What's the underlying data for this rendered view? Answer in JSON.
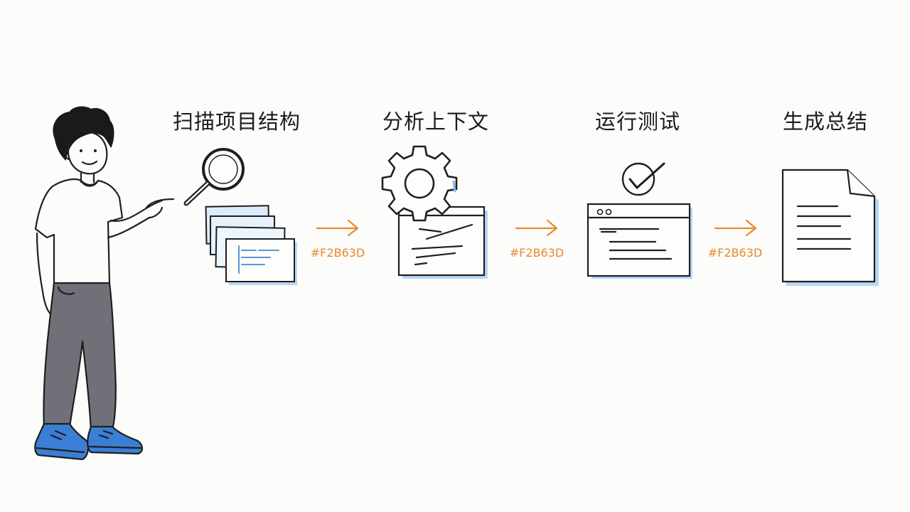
{
  "steps": [
    {
      "label": "扫描项目结构",
      "icon": "magnifier-documents-icon"
    },
    {
      "label": "分析上下文",
      "icon": "gear-window-icon"
    },
    {
      "label": "运行测试",
      "icon": "check-window-icon"
    },
    {
      "label": "生成总结",
      "icon": "document-icon"
    }
  ],
  "connectors": [
    {
      "label": "#F2B63D"
    },
    {
      "label": "#F2B63D"
    },
    {
      "label": "#F2B63D"
    }
  ],
  "colors": {
    "arrow": "#e8892b",
    "accent_blue": "#7fb8ee",
    "pants": "#707178",
    "shoes": "#3a7fd5"
  }
}
